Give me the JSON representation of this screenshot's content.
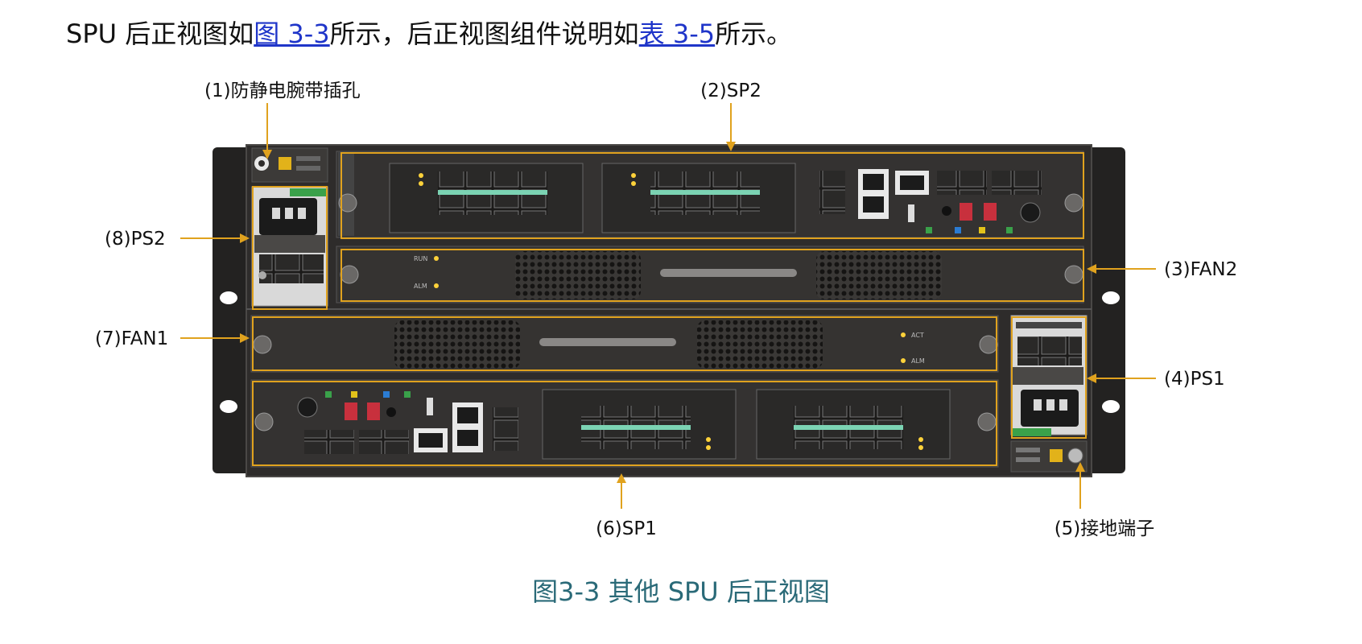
{
  "intro": {
    "prefix": "SPU 后正视图如",
    "figure_link": "图 3-3",
    "middle": "所示，后正视图组件说明如",
    "table_link": "表 3-5",
    "suffix": "所示。"
  },
  "callouts": {
    "esd": "(1)防静电腕带插孔",
    "sp2": "(2)SP2",
    "fan2": "(3)FAN2",
    "ps1": "(4)PS1",
    "ground": "(5)接地端子",
    "sp1": "(6)SP1",
    "fan1": "(7)FAN1",
    "ps2": "(8)PS2"
  },
  "panel": {
    "fan2_run": "RUN",
    "fan2_alm": "ALM",
    "fan1_act": "ACT",
    "fan1_alm": "ALM"
  },
  "caption": "图3-3  其他 SPU 后正视图",
  "colors": {
    "chassis": "#2e2c2b",
    "highlight": "#e0a21e",
    "link": "#1f35c9",
    "caption": "#2a6a78"
  }
}
